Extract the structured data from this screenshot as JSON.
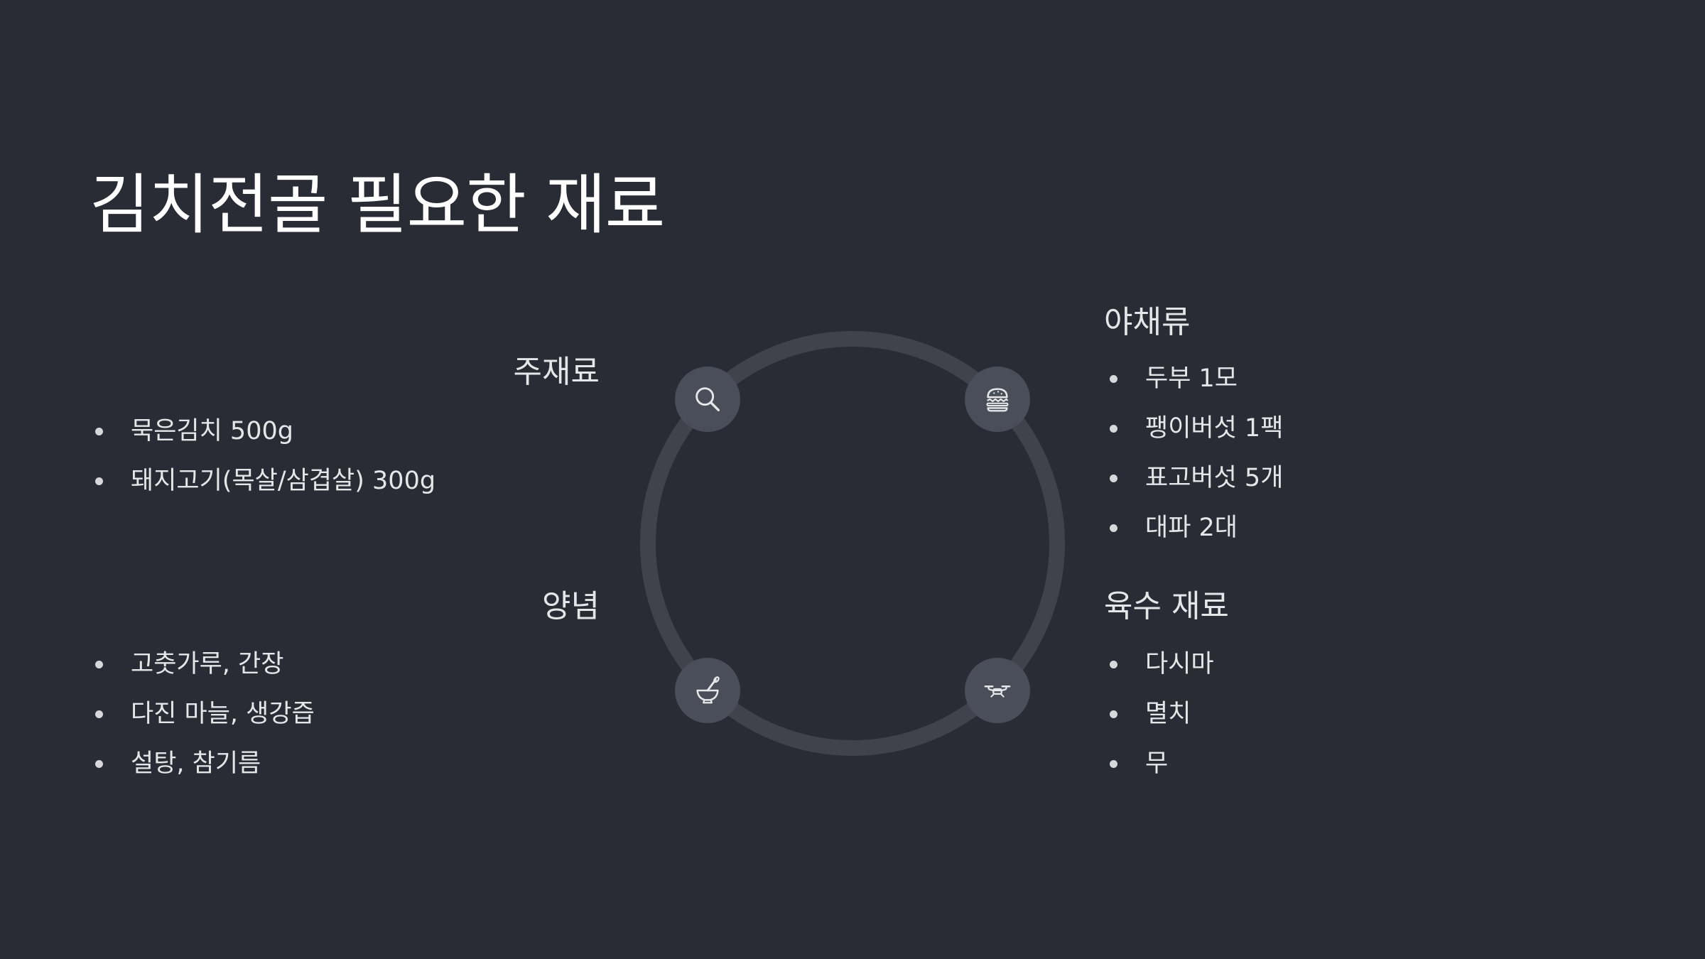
{
  "slide": {
    "title": "김치전골 필요한 재료",
    "sections": {
      "main": {
        "heading": "주재료",
        "items": [
          "묵은김치 500g",
          "돼지고기(목살/삼겹살) 300g"
        ],
        "icon": "search-icon"
      },
      "vegetables": {
        "heading": "야채류",
        "items": [
          "두부 1모",
          "팽이버섯 1팩",
          "표고버섯 5개",
          "대파 2대"
        ],
        "icon": "burger-icon"
      },
      "seasoning": {
        "heading": "양념",
        "items": [
          "고춧가루, 간장",
          "다진 마늘, 생강즙",
          "설탕, 참기름"
        ],
        "icon": "mortar-bowl-icon"
      },
      "broth": {
        "heading": "육수 재료",
        "items": [
          "다시마",
          "멸치",
          "무"
        ],
        "icon": "drone-icon"
      }
    }
  },
  "colors": {
    "background": "#292c34",
    "ring": "#40434c",
    "node": "#4a4e58",
    "text": "#e4e6ea",
    "title": "#ffffff"
  }
}
